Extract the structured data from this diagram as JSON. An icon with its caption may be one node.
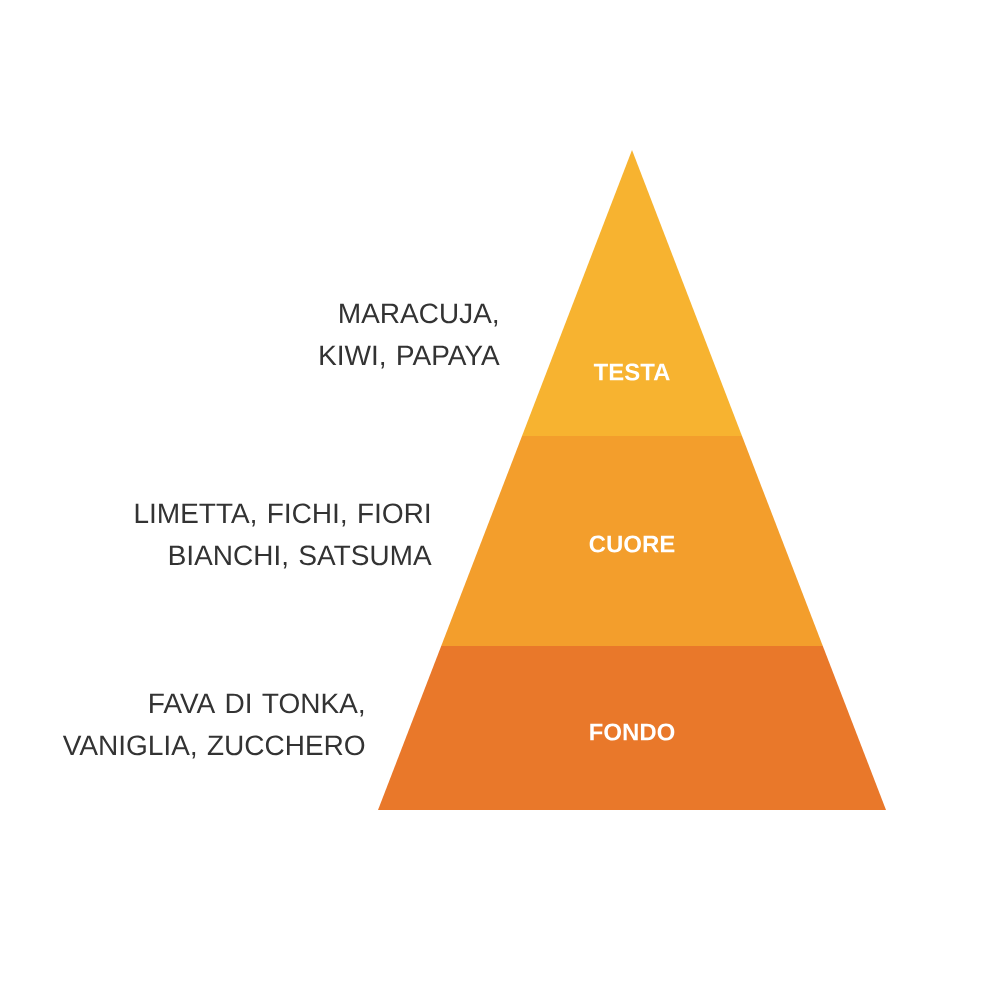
{
  "diagram": {
    "nodes": [
      {
        "text": [
          "TESTA"
        ],
        "beside": [
          "MARACUJA, KIWI, PAPAYA"
        ]
      },
      {
        "text": [
          "CUORE"
        ],
        "beside": [
          "LIMETTA, FICHI, FIORI BIANCHI, SATSUMA"
        ]
      },
      {
        "text": [
          "FONDO"
        ],
        "beside": [
          "FAVA DI TONKA, VANIGLIA, ZUCCHERO"
        ]
      }
    ]
  }
}
